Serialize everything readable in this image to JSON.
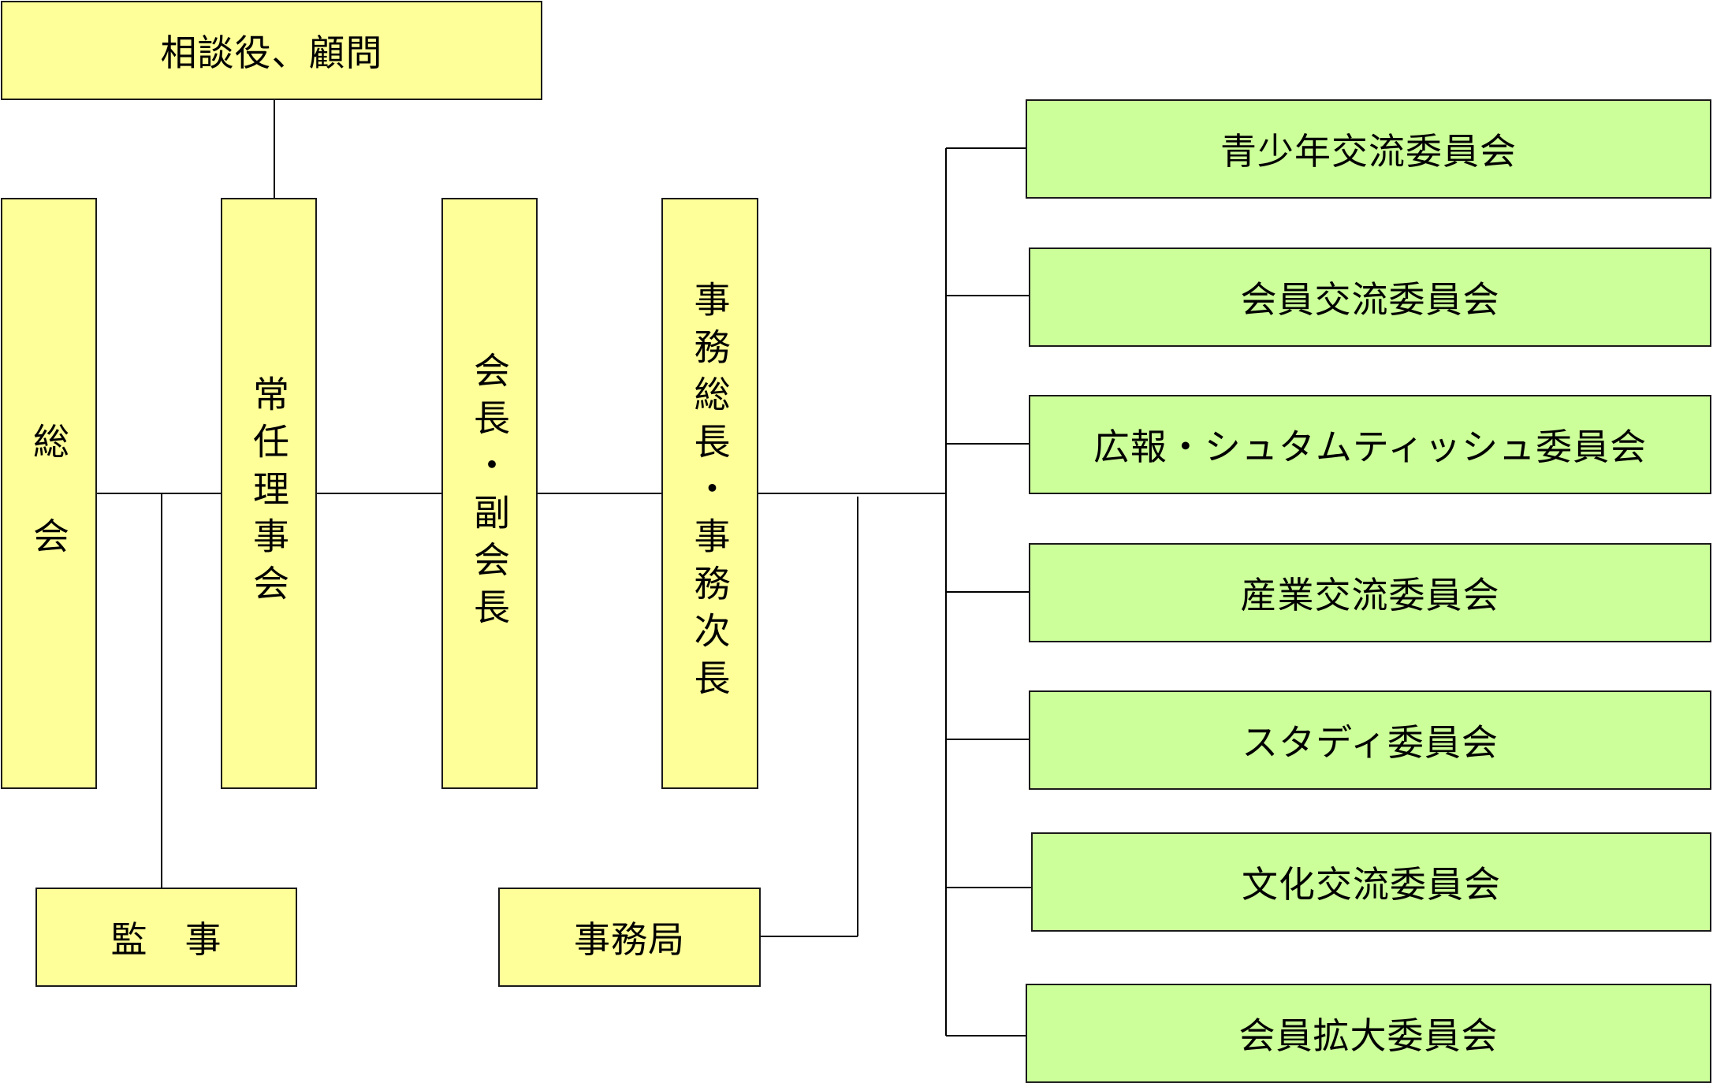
{
  "colors": {
    "yellow_box": "#ffff99",
    "green_box": "#ccff99",
    "border": "#1a1a1a",
    "line": "#000000"
  },
  "nodes": {
    "advisors": "相談役、顧問",
    "general_assembly": "総　会",
    "standing_board": "常任理事会",
    "president_vp": "会長・副会長",
    "secretary_general": "事務総長・事務次長",
    "auditor": "監　事",
    "secretariat": "事務局"
  },
  "committees": [
    "青少年交流委員会",
    "会員交流委員会",
    "広報・シュタムティッシュ委員会",
    "産業交流委員会",
    "スタディ委員会",
    "文化交流委員会",
    "会員拡大委員会"
  ]
}
